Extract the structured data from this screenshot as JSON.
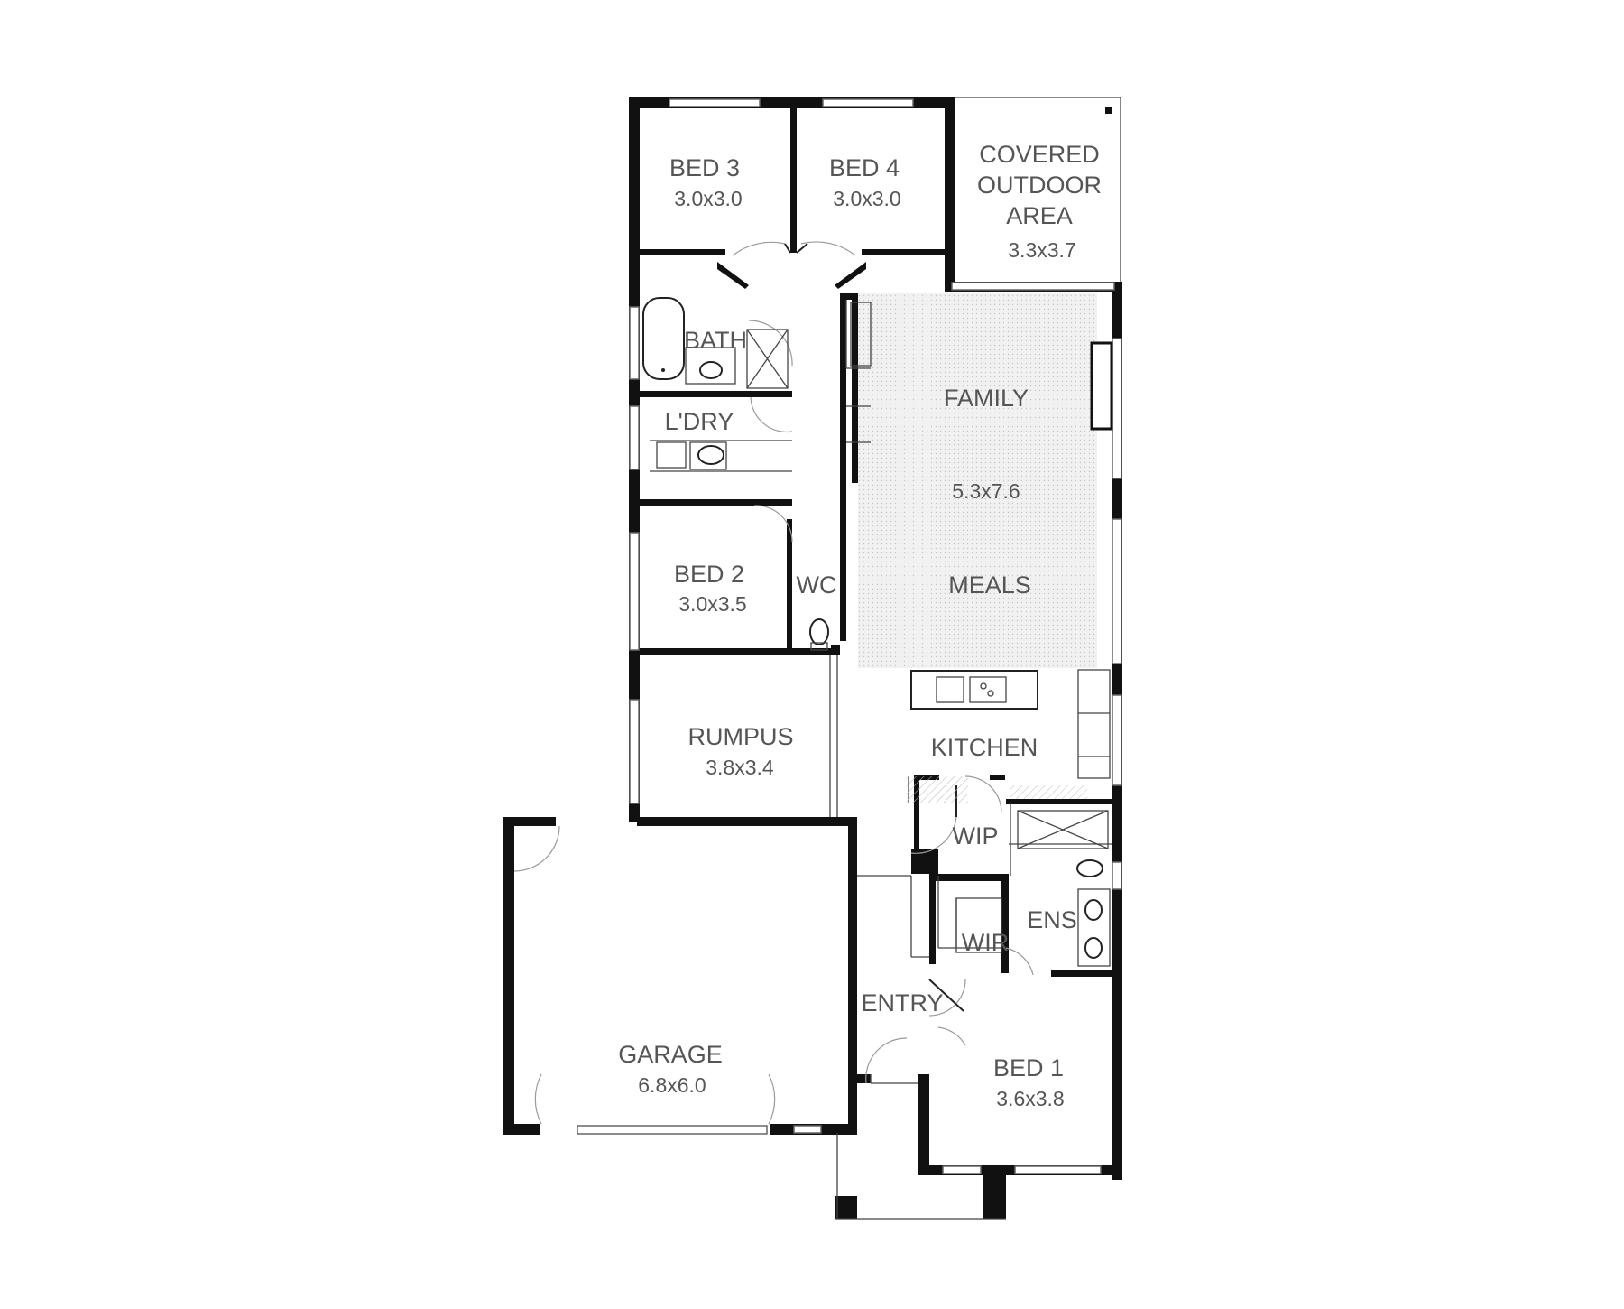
{
  "rooms": {
    "bed3": {
      "name": "BED 3",
      "size": "3.0x3.0"
    },
    "bed4": {
      "name": "BED 4",
      "size": "3.0x3.0"
    },
    "outdoor": {
      "name_lines": [
        "COVERED",
        "OUTDOOR",
        "AREA"
      ],
      "size": "3.3x3.7"
    },
    "bath": {
      "name": "BATH"
    },
    "laundry": {
      "name": "L'DRY"
    },
    "family": {
      "name": "FAMILY",
      "size": "5.3x7.6"
    },
    "meals": {
      "name": "MEALS"
    },
    "bed2": {
      "name": "BED 2",
      "size": "3.0x3.5"
    },
    "wc": {
      "name": "WC"
    },
    "rumpus": {
      "name": "RUMPUS",
      "size": "3.8x3.4"
    },
    "kitchen": {
      "name": "KITCHEN"
    },
    "wip": {
      "name": "WIP"
    },
    "wir": {
      "name": "WIR"
    },
    "ens": {
      "name": "ENS"
    },
    "entry": {
      "name": "ENTRY"
    },
    "garage": {
      "name": "GARAGE",
      "size": "6.8x6.0"
    },
    "bed1": {
      "name": "BED 1",
      "size": "3.6x3.8"
    }
  },
  "colors": {
    "wall": "#111111",
    "label": "#555555",
    "living_fill": "#eeeeee"
  }
}
